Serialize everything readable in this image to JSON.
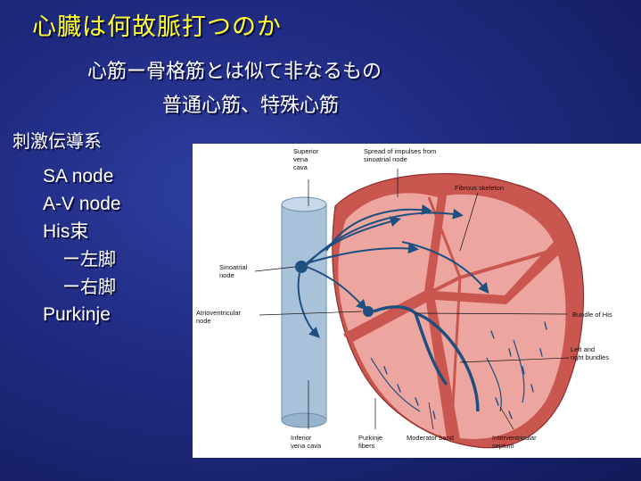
{
  "slide": {
    "title": "心臓は何故脈打つのか",
    "subtitle_line1": "心筋ー骨格筋とは似て非なるもの",
    "subtitle_line2": "普通心筋、特殊心筋",
    "section_label": "刺激伝導系",
    "list_items": [
      "SA node",
      "A-V node",
      "His束",
      "ー左脚",
      "ー右脚",
      "Purkinje"
    ]
  },
  "diagram": {
    "labels": {
      "superior_vena_cava": "Superior\nvena\ncava",
      "spread_of_impulses": "Spread of impulses from\nsinoatrial node",
      "fibrous_skeleton": "Fibrous skeleton",
      "sinoatrial_node": "Sinoatrial\nnode",
      "atrioventricular_node": "Atrioventricular\nnode",
      "bundle_of_his": "Bundle of His",
      "left_right_bundles": "Left and\nright bundles",
      "inferior_vena_cava": "Inferior\nvena cava",
      "purkinje_fibers": "Purkinje\nfibers",
      "moderator_band": "Moderator band",
      "interventricular_septum": "Interventricular\nseptum"
    },
    "colors": {
      "heart_outer": "#c9564f",
      "heart_inner": "#eca59f",
      "vena_cava": "#a8c2d9",
      "conduction": "#1f4f7f"
    }
  }
}
